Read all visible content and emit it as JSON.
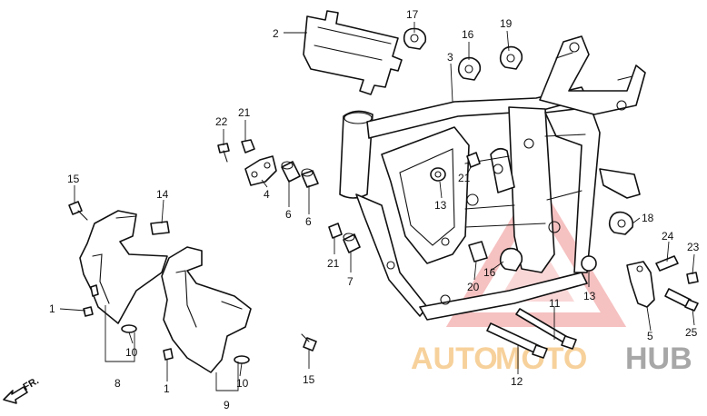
{
  "diagram": {
    "callouts": [
      "1",
      "2",
      "3",
      "4",
      "5",
      "6",
      "6",
      "7",
      "8",
      "9",
      "10",
      "10",
      "11",
      "12",
      "13",
      "13",
      "14",
      "15",
      "15",
      "16",
      "16",
      "17",
      "18",
      "19",
      "20",
      "21",
      "21",
      "21",
      "22",
      "23",
      "24",
      "25"
    ],
    "direction_label": "FR.",
    "watermark": {
      "text_a": "AUTO",
      "text_b": "MOTO",
      "text_c": "HUB"
    }
  }
}
